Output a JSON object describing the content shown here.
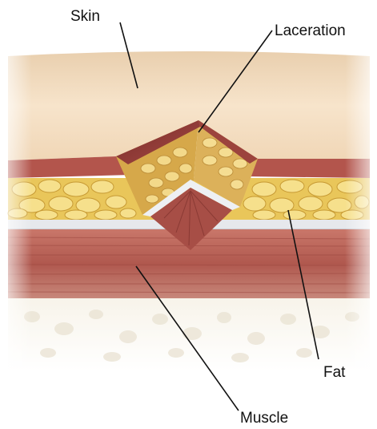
{
  "labels": {
    "skin": "Skin",
    "laceration": "Laceration",
    "fat": "Fat",
    "muscle": "Muscle"
  },
  "colors": {
    "skin": "#f2d9b8",
    "dermis": "#b5584e",
    "fat": "#f0d770",
    "fascia": "#e6e8ec",
    "muscle": "#b8645a",
    "bone": "#f3eee2",
    "line": "#111111"
  }
}
